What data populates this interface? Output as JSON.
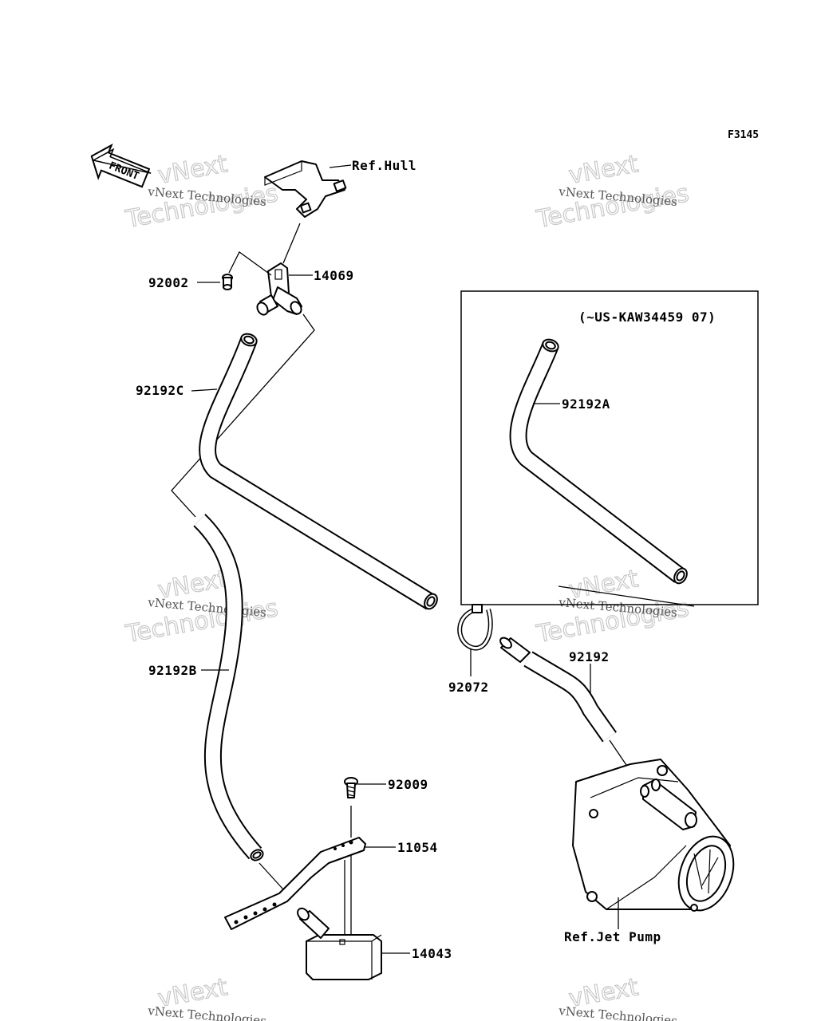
{
  "figure_code": "F3145",
  "front_label": "FRONT",
  "note_range": "(~US-KAW34459  07)",
  "watermark": {
    "line1": "vNext",
    "line2": "Technologies",
    "small": "vNext Technologies"
  },
  "callouts": {
    "ref_hull": "Ref.Hull",
    "p14069": "14069",
    "p92002": "92002",
    "p92192c": "92192C",
    "p92192a": "92192A",
    "p92192b": "92192B",
    "p92072": "92072",
    "p92192": "92192",
    "p92009": "92009",
    "p11054": "11054",
    "p14043": "14043",
    "ref_jet_pump": "Ref.Jet Pump"
  }
}
